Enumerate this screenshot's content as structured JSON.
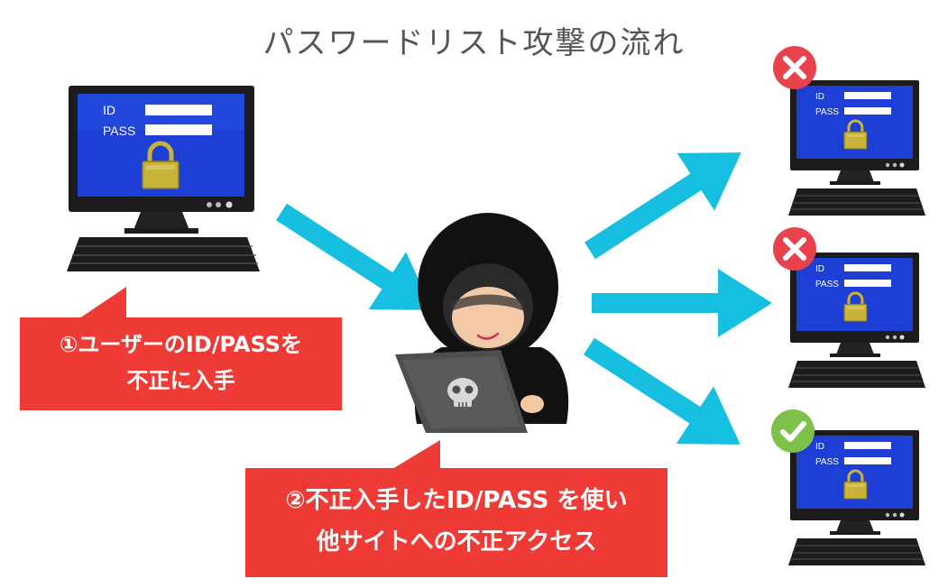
{
  "title": "パスワードリスト攻撃の流れ",
  "callouts": {
    "step1": {
      "line1_pre": "①ユーザーの",
      "line1_bold": "ID/PASS",
      "line1_post": "を",
      "line2": "不正に入手"
    },
    "step2": {
      "line1_pre": "②不正入手した",
      "line1_bold": "ID/PASS",
      "line1_post": " を使い",
      "line2": "他サイトへの不正アクセス"
    }
  },
  "screen_labels": {
    "id": "ID",
    "pass": "PASS"
  },
  "results": [
    {
      "status": "fail",
      "icon": "x-icon"
    },
    {
      "status": "fail",
      "icon": "x-icon"
    },
    {
      "status": "success",
      "icon": "check-icon"
    }
  ],
  "colors": {
    "arrow": "#16bfe0",
    "callout": "#ef3b35",
    "screen": "#1d3fd6",
    "fail": "#e8424d",
    "success": "#7cc24a"
  }
}
